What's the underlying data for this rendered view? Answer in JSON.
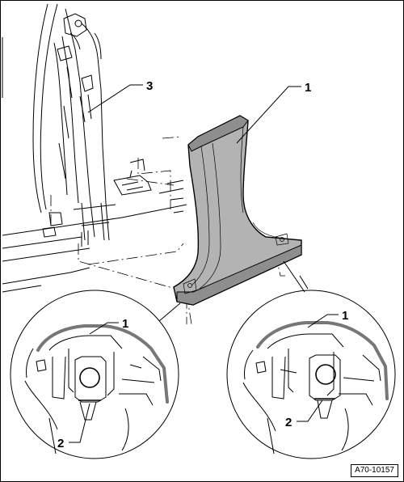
{
  "callouts": {
    "trim_main": "1",
    "trim_detail_left": "1",
    "trim_detail_right": "1",
    "clip_detail_left": "2",
    "clip_detail_right": "2",
    "pillar_upper": "3"
  },
  "reference_code": "A70-10157",
  "colors": {
    "trim_fill": "#b3b3b3",
    "line": "#000000",
    "background": "#ffffff"
  }
}
